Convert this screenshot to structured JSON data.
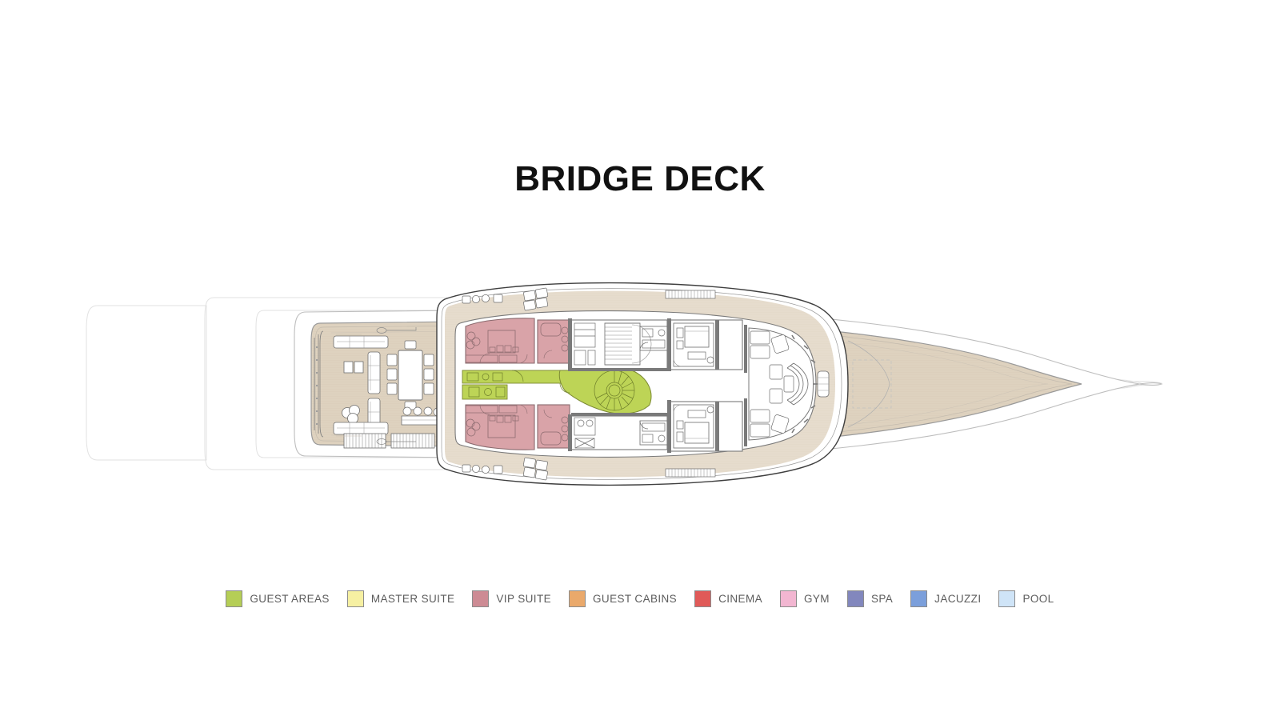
{
  "header": {
    "title": "BRIDGE DECK"
  },
  "legend": {
    "items": [
      {
        "label": "GUEST AREAS",
        "color": "#b5ce56",
        "name": "guest-areas"
      },
      {
        "label": "MASTER SUITE",
        "color": "#f6f0a2",
        "name": "master-suite"
      },
      {
        "label": "VIP SUITE",
        "color": "#cd8b94",
        "name": "vip-suite"
      },
      {
        "label": "GUEST CABINS",
        "color": "#eaa96b",
        "name": "guest-cabins"
      },
      {
        "label": "CINEMA",
        "color": "#e05a58",
        "name": "cinema"
      },
      {
        "label": "GYM",
        "color": "#f2b6d1",
        "name": "gym"
      },
      {
        "label": "SPA",
        "color": "#8287bd",
        "name": "spa"
      },
      {
        "label": "JACUZZI",
        "color": "#7b9fdb",
        "name": "jacuzzi"
      },
      {
        "label": "POOL",
        "color": "#cfe4f7",
        "name": "pool"
      }
    ]
  },
  "plan": {
    "colors": {
      "hull_outline": "#d8d8d8",
      "hull_outline_dark": "#3a3a3a",
      "teak_deck": "#ded2bf",
      "teak_deck_light": "#e8dfd2",
      "interior_floor": "#ffffff",
      "wall": "#7a7a7a",
      "wall_light": "#b9b9b9",
      "furniture_line": "#6d6d6d",
      "vip_suite": "#d9a3a8",
      "guest_areas": "#bdd456"
    },
    "areas": [
      {
        "name": "aft-deck-lounge",
        "zone": "exterior-teak"
      },
      {
        "name": "vip-suite-port",
        "zone": "vip-suite"
      },
      {
        "name": "vip-suite-starboard",
        "zone": "vip-suite"
      },
      {
        "name": "guest-lobby-corridor",
        "zone": "guest-areas"
      },
      {
        "name": "spiral-staircase-lobby",
        "zone": "guest-areas"
      },
      {
        "name": "guest-cabin-port",
        "zone": "interior"
      },
      {
        "name": "guest-cabin-starboard",
        "zone": "interior"
      },
      {
        "name": "forward-lounge",
        "zone": "interior"
      },
      {
        "name": "foredeck",
        "zone": "exterior-teak"
      },
      {
        "name": "side-walkway-port",
        "zone": "exterior-teak"
      },
      {
        "name": "side-walkway-starboard",
        "zone": "exterior-teak"
      }
    ],
    "features": [
      {
        "name": "dining-table",
        "seats": 8
      },
      {
        "name": "aft-sofa-port"
      },
      {
        "name": "aft-sofa-starboard"
      },
      {
        "name": "coffee-table"
      },
      {
        "name": "ottoman-cluster"
      },
      {
        "name": "aft-stair-port"
      },
      {
        "name": "aft-stair-starboard"
      },
      {
        "name": "spiral-staircase"
      },
      {
        "name": "straight-staircase"
      },
      {
        "name": "vip-bed-port"
      },
      {
        "name": "vip-bed-starboard"
      },
      {
        "name": "vip-bathroom-port"
      },
      {
        "name": "vip-bathroom-starboard"
      },
      {
        "name": "guest-bed-port"
      },
      {
        "name": "guest-bed-starboard"
      },
      {
        "name": "curved-bow-sofa"
      },
      {
        "name": "sunpad-foredeck"
      }
    ]
  }
}
